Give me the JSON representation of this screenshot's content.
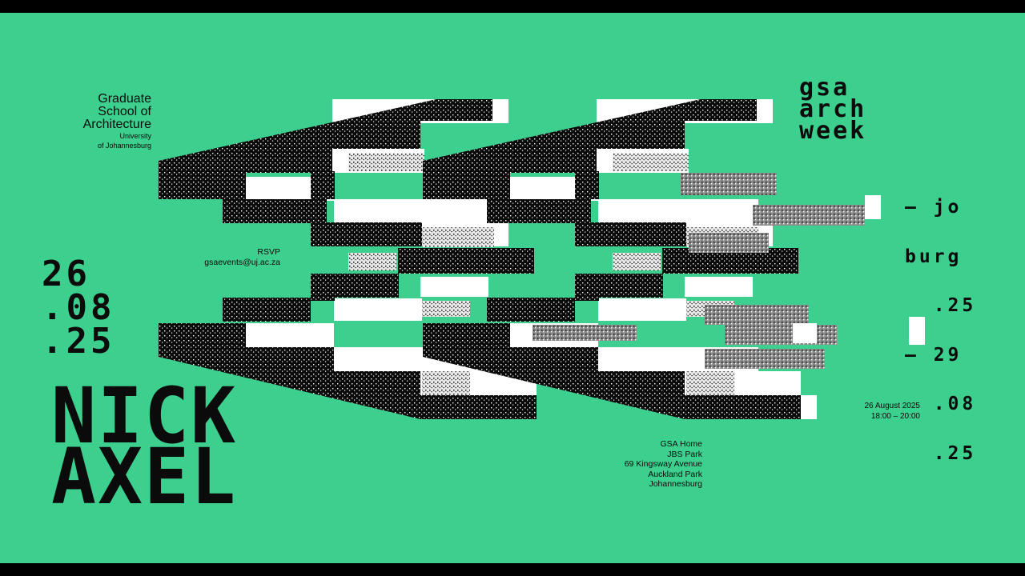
{
  "colors": {
    "background": "#3ccf8e",
    "ink": "#0b0b0b",
    "frame": "#000000",
    "highlight": "#ffffff"
  },
  "school": {
    "line1": "Graduate",
    "line2": "School of",
    "line3": "Architecture",
    "line4": "University",
    "line5": "of Johannesburg"
  },
  "event": {
    "series_line1": "gsa",
    "series_line2": "arch",
    "series_line3": "week",
    "city_line1": "— jo",
    "city_line2": "burg",
    "city_line3": "  .25",
    "city_line4": "— 29",
    "city_line5": "  .08",
    "city_line6": "  .25"
  },
  "date_big": {
    "line1": "26",
    "line2": ".08",
    "line3": ".25"
  },
  "speaker": {
    "first": "NICK",
    "last": "AXEL"
  },
  "rsvp": {
    "label": "RSVP",
    "email": "gsaevents@uj.ac.za"
  },
  "datetime": {
    "date": "26 August 2025",
    "time": "18:00 – 20:00"
  },
  "venue": {
    "line1": "GSA Home",
    "line2": "JBS Park",
    "line3": "69 Kingsway Avenue",
    "line4": "Auckland Park",
    "line5": "Johannesburg"
  }
}
